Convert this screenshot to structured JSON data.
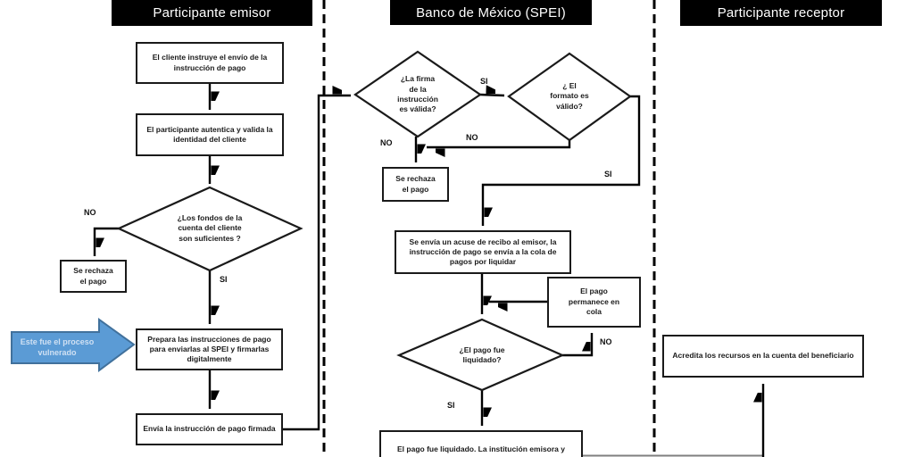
{
  "lanes": {
    "emitter_title": "Participante emisor",
    "spei_title": "Banco de México (SPEI)",
    "receiver_title": "Participante receptor"
  },
  "emitter": {
    "box_instruct": "El cliente instruye el envío de la instrucción de pago",
    "box_authenticate": "El participante autentica y valida la identidad del cliente",
    "diamond_funds": "¿Los fondos de la\ncuenta del cliente\nson suficientes ?",
    "label_no": "NO",
    "label_si": "SI",
    "box_reject": "Se rechaza\nel pago",
    "box_prepare": "Prepara las instrucciones de pago para enviarlas al SPEI y firmarlas digitalmente",
    "box_send": "Envía la instrucción de pago firmada",
    "callout_vulnerable": "Este fue el proceso\nvulnerado"
  },
  "spei": {
    "diamond_signature": "¿La firma\nde la\ninstrucción\nes válida?",
    "diamond_format": "¿ El\nformato es\nválido?",
    "label_si_1": "SI",
    "label_no_1": "NO",
    "label_no_2": "NO",
    "box_reject": "Se rechaza\nel pago",
    "label_si_2": "SI",
    "box_ack": "Se envía un acuse de recibo al emisor, la instrucción de pago se envía a la cola de pagos por liquidar",
    "box_queue": "El pago\npermanece en\ncola",
    "diamond_settled": "¿El pago fue\nliquidado?",
    "label_no_3": "NO",
    "label_si_3": "SI",
    "box_settled": "El pago fue liquidado. La institución emisora y"
  },
  "receiver": {
    "box_credit": "Acredita  los recursos en la cuenta del beneficiario"
  },
  "colors": {
    "line": "#000000",
    "header_bg": "#000000",
    "header_text": "#ffffff",
    "callout_fill": "#5B9BD5",
    "callout_border": "#41719C",
    "callout_text": "#CFE0F3"
  }
}
